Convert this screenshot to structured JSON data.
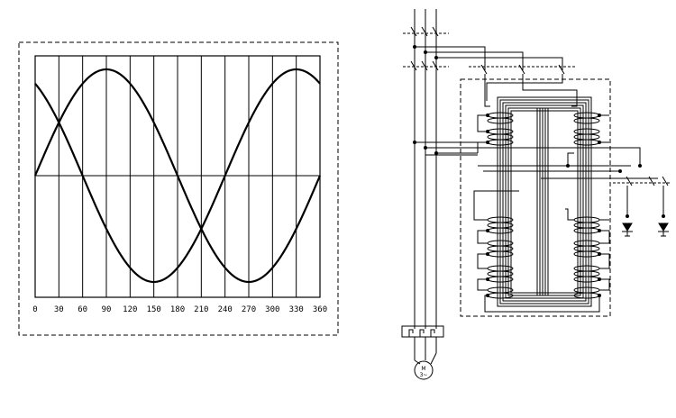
{
  "waveform": {
    "x_tick_labels": [
      "0",
      "30",
      "60",
      "90",
      "120",
      "150",
      "180",
      "210",
      "240",
      "270",
      "300",
      "330",
      "360"
    ]
  },
  "schematic": {
    "motor_label_top": "M",
    "motor_label_bottom": "3~"
  }
}
